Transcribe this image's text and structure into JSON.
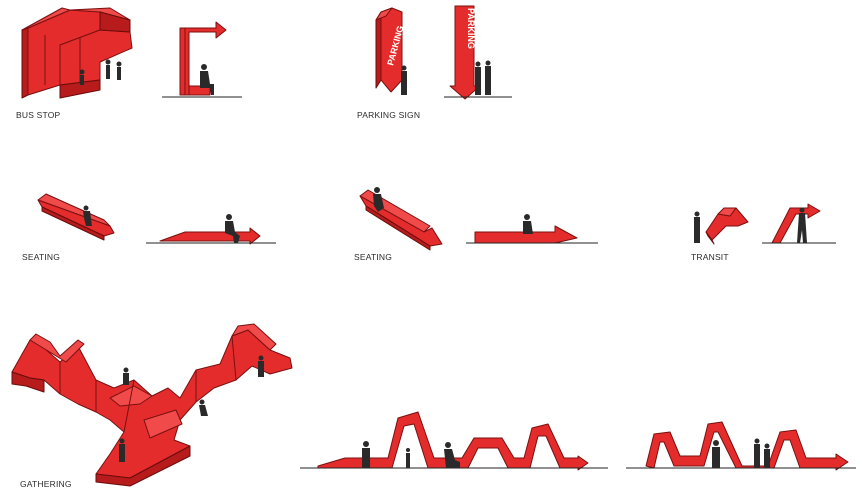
{
  "labels": {
    "bus_stop": "BUS STOP",
    "parking_sign": "PARKING SIGN",
    "seating_1": "SEATING",
    "seating_2": "SEATING",
    "transit": "TRANSIT",
    "gathering": "GATHERING"
  },
  "sign_text": {
    "left": "PARKING",
    "right": "PARKING"
  },
  "colors": {
    "primary_red": "#e52c2c",
    "shadow_red": "#b71b1b",
    "figure": "#2a2a2a"
  }
}
